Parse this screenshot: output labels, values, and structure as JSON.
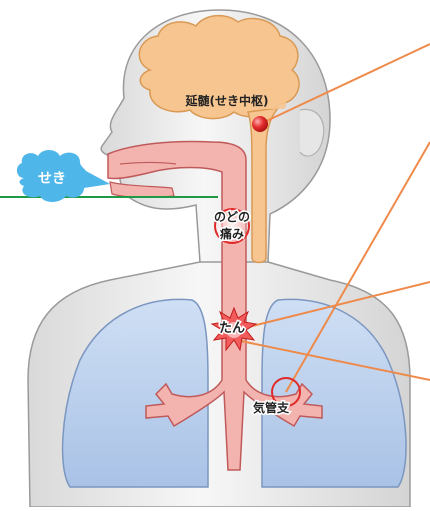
{
  "labels": {
    "medulla": "延髄(せき中枢)",
    "cough": "せき",
    "throat_line1": "のどの",
    "throat_line2": "痛み",
    "phlegm": "たん",
    "bronchi": "気管支"
  },
  "colors": {
    "skin": "#ececec",
    "skin_outline": "#9a9a9a",
    "brain": "#f7c590",
    "brain_outline": "#d99a55",
    "airway": "#f3b4b0",
    "airway_outline": "#c05a5a",
    "lung": "#bcd1ee",
    "lung_outline": "#7b96c0",
    "cough_cloud": "#4fb6ea",
    "leader_orange": "#ee8a4a",
    "leader_green": "#1e9a46",
    "marker_red": "#e02a2a"
  },
  "icons": {
    "medulla_marker": "red-dot-icon",
    "phlegm_marker": "burst-icon",
    "bronchi_marker": "ring-icon"
  }
}
